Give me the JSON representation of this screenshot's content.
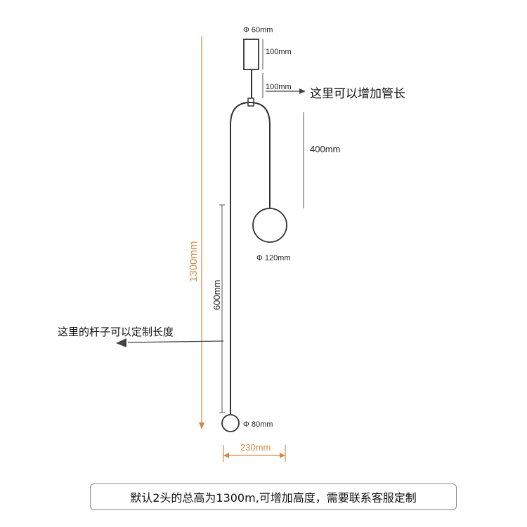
{
  "dimensions": {
    "canopy_diameter": "Φ 60mm",
    "canopy_height": "100mm",
    "tube_length": "100mm",
    "arc_drop": "400mm",
    "large_globe": "Φ 120mm",
    "total_height": "1300mm",
    "rod_length": "600mm",
    "small_globe": "Φ 80mm",
    "width": "230mm"
  },
  "notes": {
    "tube_extendable": "这里可以增加管长",
    "rod_customizable": "这里的杆子可以定制长度",
    "footer": "默认2头的总高为1300m,可增加高度，需要联系客服定制"
  },
  "colors": {
    "dimension_accent": "#d4894a",
    "lamp_line": "#333333"
  }
}
